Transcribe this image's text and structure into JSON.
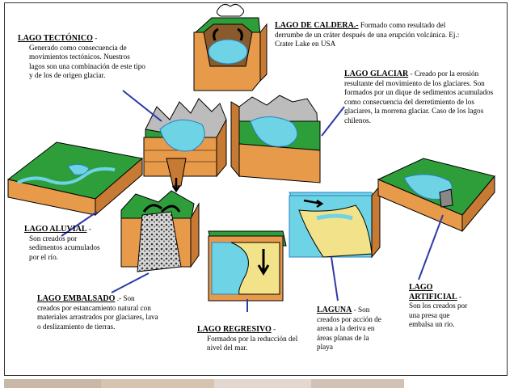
{
  "captions": {
    "caldera": {
      "title": "LAGO DE CALDERA.-",
      "body": "Formado como resultado del derrumbe de un cráter  después de una erupción volcánica. Ej.: Crater Lake en USA"
    },
    "tectonico": {
      "title": "LAGO TECTÓNICO",
      "dash": "-",
      "body": "Generado como consecuencia de movimientos tectónicos. Nuestros lagos son una combinación de este tipo y de los de origen glaciar."
    },
    "glaciar": {
      "title": "LAGO GLACIAR",
      "body": "- Creado por la erosión  resultante del movimiento de los glaciares. Son formados por un dique de sedimentos acumulados como consecuencia del derretimiento de los glaciares, la morrena glaciar. Caso de los lagos chilenos."
    },
    "aluvial": {
      "title": "LAGO ALUVIAL",
      "dash": "-",
      "body": "Son creados por sedimentos acumulados por el río."
    },
    "embalsado": {
      "title": "LAGO EMBALSADO",
      "body": ".- Son creados por estancamiento natural con materiales arrastrados por glaciares, lava o deslizamiento de tierras."
    },
    "regresivo": {
      "title": "LAGO REGRESIVO",
      "dash": "-",
      "body": "Formados por la reducción del nivel del mar."
    },
    "laguna": {
      "title": "LAGUNA",
      "body": "- Son creados por acción de arena a la deriva en áreas planas de la playa"
    },
    "artificial": {
      "title": "LAGO ARTIFICIAL",
      "dash": "-",
      "body": "Son los creados por una presa que embalsa un río."
    }
  },
  "colors": {
    "grass": "#2e9e3a",
    "soil": "#e89a4b",
    "water": "#6fd3e6",
    "water_line": "#2a7fbf",
    "sand": "#f2e28a",
    "rock": "#bcbcbc",
    "pointer": "#2b3aa8",
    "border": "#333333"
  }
}
